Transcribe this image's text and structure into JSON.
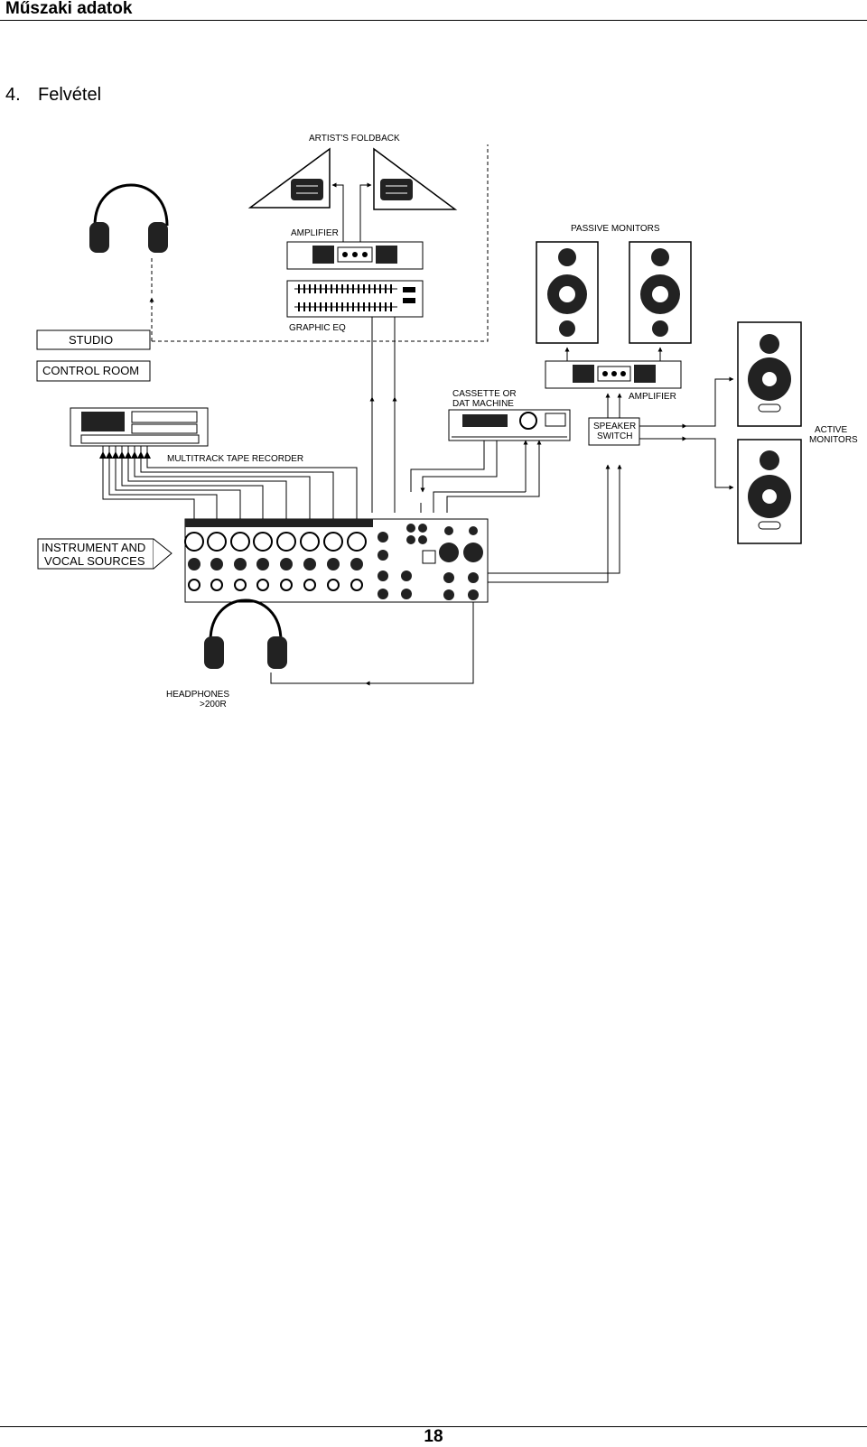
{
  "header": {
    "title": "Műszaki adatok"
  },
  "section": {
    "number": "4.",
    "title": "Felvétel"
  },
  "diagram": {
    "labels": {
      "artists_foldback": "ARTIST'S FOLDBACK",
      "amplifier_top": "AMPLIFIER",
      "graphic_eq": "GRAPHIC EQ",
      "passive_monitors": "PASSIVE MONITORS",
      "studio": "STUDIO",
      "control_room": "CONTROL ROOM",
      "multitrack": "MULTITRACK TAPE RECORDER",
      "cassette_line1": "CASSETTE OR",
      "cassette_line2": "DAT MACHINE",
      "amplifier_right": "AMPLIFIER",
      "speaker_switch_line1": "SPEAKER",
      "speaker_switch_line2": "SWITCH",
      "active_monitors_line1": "ACTIVE",
      "active_monitors_line2": "MONITORS",
      "instrument_line1": "INSTRUMENT AND",
      "instrument_line2": "VOCAL SOURCES",
      "headphones_line1": "HEADPHONES",
      "headphones_line2": ">200R"
    }
  },
  "footer": {
    "page_number": "18"
  }
}
